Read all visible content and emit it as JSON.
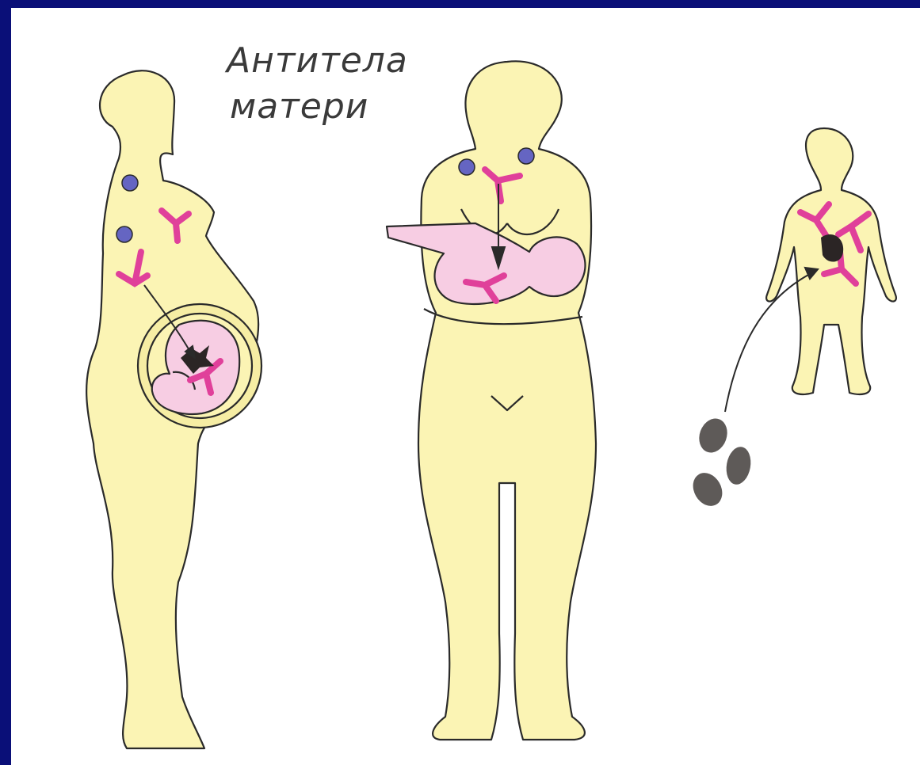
{
  "caption": {
    "line1": "Антитела",
    "line2": "матери"
  },
  "colors": {
    "frame": "#0a0f78",
    "skin": "#fbf4b4",
    "outline": "#2a2a2a",
    "baby": "#f7cde3",
    "antibody": "#e0409a",
    "cell": "#6565c2",
    "pathogen": "#2b2525",
    "stone": "#5e5a58"
  },
  "figures": [
    {
      "id": "pregnant-mother",
      "icon": "pregnant-woman-silhouette"
    },
    {
      "id": "breastfeeding-mother",
      "icon": "mother-holding-infant-silhouette"
    },
    {
      "id": "child",
      "icon": "child-silhouette"
    }
  ]
}
